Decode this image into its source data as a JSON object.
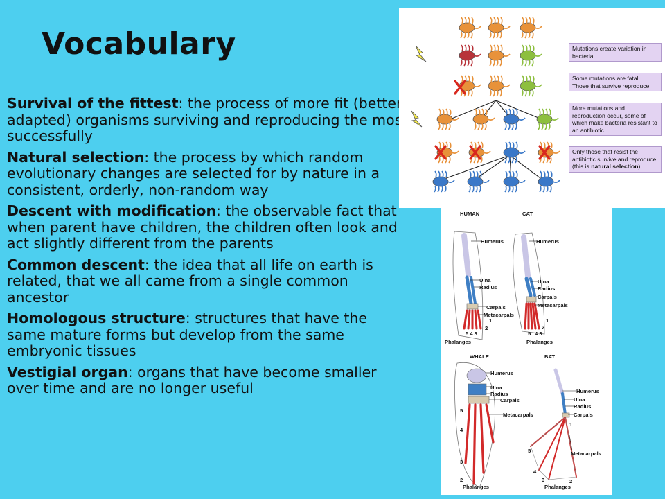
{
  "slide": {
    "title": "Vocabulary",
    "terms": [
      {
        "word": "Survival of the fittest",
        "definition": ":  the process of more fit (better adapted) organisms surviving and reproducing the most successfully"
      },
      {
        "word": "Natural selection",
        "definition": ":  the process by which random evolutionary changes are selected for by nature in a consistent, orderly, non-random way"
      },
      {
        "word": "Descent with modification",
        "definition": ":  the observable fact that when parent have children, the children often look and act slightly different from the parents"
      },
      {
        "word": "Common descent",
        "definition": ":  the idea that all life on earth is related, that we all came from a single common ancestor"
      },
      {
        "word": "Homologous structure",
        "definition": ":  structures that have the same mature forms but develop from the same embryonic tissues"
      },
      {
        "word": "Vestigial organ",
        "definition": ":  organs that have become smaller over time and are no longer useful"
      }
    ]
  },
  "bacteria_diagram": {
    "notes": {
      "n1": "Mutations create variation in bacteria.",
      "n2": "Some mutations are fatal. Those that survive reproduce.",
      "n3": "More mutations and reproduction occur, some of which make bacteria resistant to an antibiotic.",
      "n4_pre": "Only those that resist the antibiotic survive and reproduce (this is ",
      "n4_bold": "natural selection",
      "n4_post": ")"
    },
    "colors": {
      "orange": "#e8923a",
      "red": "#b8333a",
      "green": "#8dbf3f",
      "blue": "#3a78c8",
      "x_mark": "#d8281e",
      "lightning": "#f2e74a"
    }
  },
  "limb_diagram": {
    "titles": {
      "human": "HUMAN",
      "cat": "CAT",
      "whale": "WHALE",
      "bat": "BAT"
    },
    "labels": {
      "humerus": "Humerus",
      "ulna": "Ulna",
      "radius": "Radius",
      "carpals": "Carpals",
      "metacarpals": "Metacarpals",
      "phalanges": "Phalanges"
    },
    "digits": {
      "d1": "1",
      "d2": "2",
      "d3": "3",
      "d4": "4",
      "d5": "5",
      "d543": "5 4 3",
      "d43": "4 3"
    },
    "colors": {
      "humerus": "#c9c6e6",
      "ulna_radius": "#3f7fc4",
      "carpals": "#d8cbb0",
      "phalanges": "#d22a2a"
    }
  }
}
